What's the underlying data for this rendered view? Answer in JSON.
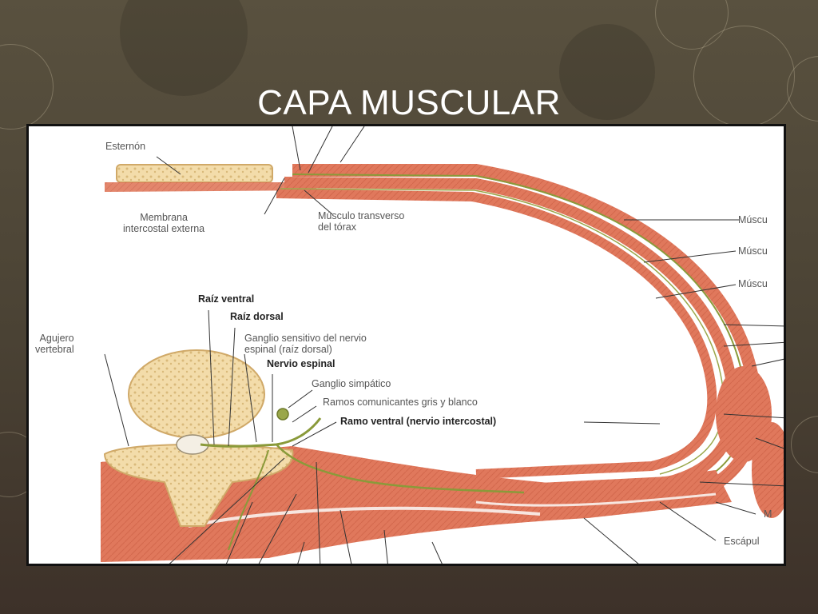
{
  "slide": {
    "title": "CAPA MUSCULAR"
  },
  "labels": {
    "esternon": "Esternón",
    "membrana_l1": "Membrana",
    "membrana_l2": "intercostal externa",
    "transverso_l1": "Músculo transverso",
    "transverso_l2": "del tórax",
    "musculo_1": "Múscu",
    "musculo_2": "Múscu",
    "musculo_3": "Múscu",
    "raiz_ventral": "Raíz ventral",
    "raiz_dorsal": "Raíz dorsal",
    "agujero_l1": "Agujero",
    "agujero_l2": "vertebral",
    "ganglio_sens_l1": "Ganglio sensitivo del nervio",
    "ganglio_sens_l2": "espinal (raíz dorsal)",
    "nervio_espinal": "Nervio espinal",
    "ganglio_simpatico": "Ganglio simpático",
    "ramos": "Ramos comunicantes gris y blanco",
    "ramo_ventral": "Ramo ventral (nervio intercostal)",
    "mus_cut": "M",
    "escapula": "Escápul"
  },
  "colors": {
    "muscle": "#e07a5f",
    "muscle_dark": "#c9553b",
    "nerve": "#8a9a3a",
    "bone": "#f1d9a8"
  }
}
